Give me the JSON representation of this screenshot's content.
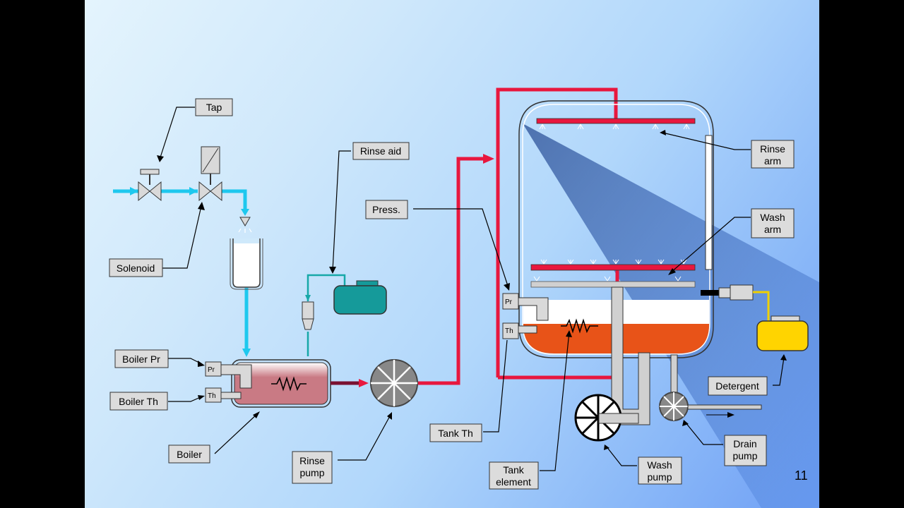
{
  "labels": {
    "tap": "Tap",
    "solenoid": "Solenoid",
    "rinse_aid": "Rinse aid",
    "press": "Press.",
    "boiler_pr": "Boiler Pr",
    "boiler_th": "Boiler Th",
    "boiler": "Boiler",
    "rinse_pump_1": "Rinse",
    "rinse_pump_2": "pump",
    "tank_th": "Tank Th",
    "tank_element_1": "Tank",
    "tank_element_2": "element",
    "wash_pump_1": "Wash",
    "wash_pump_2": "pump",
    "drain_pump_1": "Drain",
    "drain_pump_2": "pump",
    "detergent": "Detergent",
    "rinse_arm_1": "Rinse",
    "rinse_arm_2": "arm",
    "wash_arm_1": "Wash",
    "wash_arm_2": "arm"
  },
  "sensor_tags": {
    "boiler_pr": "Pr",
    "boiler_th": "Th",
    "tank_pr": "Pr",
    "tank_th": "Th"
  },
  "page_number": "11",
  "colors": {
    "water": "#1ec8ee",
    "hot_rinse": "#e8173e",
    "boiler_fill": "#c97a84",
    "tank_water": "#e85318",
    "rinse_aid_tank": "#159a9a",
    "detergent_tank": "#ffd400",
    "detergent_line": "#f0d000"
  }
}
